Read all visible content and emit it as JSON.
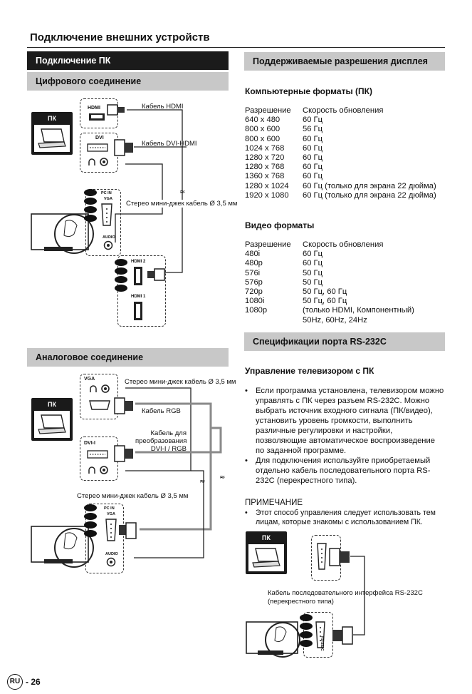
{
  "page_title": "Подключение внешних устройств",
  "left": {
    "pc_connection_title": "Подключение ПК",
    "digital_title": "Цифрового соединение",
    "analog_title": "Аналоговое соединение",
    "pc_label": "ПК",
    "digital_labels": {
      "hdmi_cable": "Кабель HDMI",
      "dvi_hdmi_cable": "Кабель DVI-HDMI",
      "stereo_minijack": "Стерео мини-джек кабель Ø 3,5 мм",
      "hdmi_port": "HDMI",
      "dvi_port": "DVI",
      "pc_in": "PC IN",
      "vga": "VGA",
      "audio": "AUDIO",
      "hdmi2": "HDMI 2",
      "hdmi1": "HDMI 1"
    },
    "analog_labels": {
      "stereo_minijack_top": "Стерео мини-джек кабель Ø 3,5 мм",
      "rgb_cable": "Кабель RGB",
      "dvi_rgb_cable": "Кабель для преобразования DVI-I / RGB",
      "stereo_minijack_bottom": "Стерео мини-джек кабель Ø 3,5 мм",
      "vga_port": "VGA",
      "dvi_i_port": "DVI-I",
      "pc_in": "PC IN",
      "vga": "VGA",
      "audio": "AUDIO"
    }
  },
  "right": {
    "resolutions_title": "Поддерживаемые разрешения дисплея",
    "computer_formats_title": "Компьютерные форматы (ПК)",
    "computer_table": {
      "headers": [
        "Разрешение",
        "Скорость обновления"
      ],
      "rows": [
        [
          "640 x 480",
          "60 Гц"
        ],
        [
          "800 x 600",
          "56 Гц"
        ],
        [
          "800 x 600",
          "60 Гц"
        ],
        [
          "1024 x 768",
          "60 Гц"
        ],
        [
          "1280 x 720",
          "60 Гц"
        ],
        [
          "1280 x 768",
          "60 Гц"
        ],
        [
          "1360 x 768",
          "60 Гц"
        ],
        [
          "1280 x 1024",
          "60 Гц (только для экрана 22 дюйма)"
        ],
        [
          "1920 x 1080",
          "60 Гц (только для экрана 22 дюйма)"
        ]
      ]
    },
    "video_formats_title": "Видео форматы",
    "video_table": {
      "headers": [
        "Разрешение",
        "Скорость обновления"
      ],
      "rows": [
        [
          "480i",
          "60 Гц"
        ],
        [
          "480p",
          "60 Гц"
        ],
        [
          "576i",
          "50 Гц"
        ],
        [
          "576p",
          "50 Гц"
        ],
        [
          "720p",
          "50 Гц, 60 Гц"
        ],
        [
          "1080i",
          "50 Гц, 60 Гц"
        ],
        [
          "1080p",
          "(только HDMI, Компонентный)"
        ],
        [
          "",
          "50Hz, 60Hz, 24Hz"
        ]
      ]
    },
    "rs232_title": "Спецификации порта RS-232C",
    "tv_control_title": "Управление телевизором с ПК",
    "bullets": [
      "Если программа установлена, телевизором можно управлять с ПК через разъем RS-232C. Можно выбрать источник входного сигнала (ПК/видео), установить уровень громкости, выполнить различные регулировки и настройки, позволяющие автоматическое воспроизведение по заданной программе.",
      "Для подключения используйте приобретаемый отдельно кабель последовательного порта RS-232C (перекрестного типа)."
    ],
    "note_title": "ПРИМЕЧАНИЕ",
    "note_bullets": [
      "Этот способ управления следует использовать тем лицам, которые знакомы с использованием ПК."
    ],
    "pc_label": "ПК",
    "rs232_cable_caption_1": "Кабель последовательного интерфейса RS-232C",
    "rs232_cable_caption_2": "(перекрестного типа)",
    "rs232_port_label": "RS-232C"
  },
  "footer": {
    "lang_badge": "RU",
    "page_number": "- 26"
  },
  "colors": {
    "dark_bar": "#1b1b1b",
    "grey_bar": "#c8c8c8",
    "cable_grey": "#8a8a8a"
  }
}
